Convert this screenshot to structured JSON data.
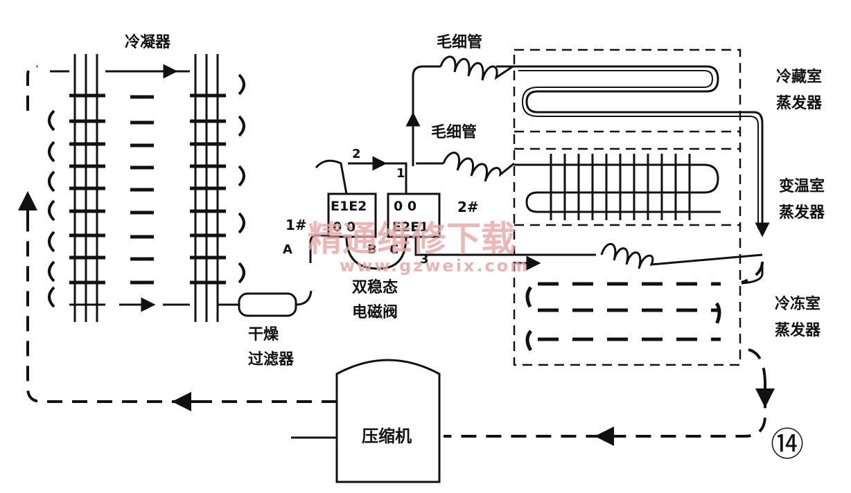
{
  "labels": {
    "condenser": "冷凝器",
    "capillary_top": "毛细管",
    "capillary_mid": "毛细管",
    "fridge_evap_1": "冷藏室",
    "fridge_evap_2": "蒸发器",
    "var_evap_1": "变温室",
    "var_evap_2": "蒸发器",
    "freezer_evap_1": "冷冻室",
    "freezer_evap_2": "蒸发器",
    "dryer_1": "干燥",
    "dryer_2": "过滤器",
    "valve_1": "双稳态",
    "valve_2": "电磁阀",
    "compressor": "压缩机",
    "valve_left_top": "E1E2",
    "valve_left_bot": "0  0",
    "valve_right_top": "0  0",
    "valve_right_bot": "E2E1",
    "port_2": "2",
    "port_1": "1",
    "port_3": "3",
    "port_a": "A",
    "port_b": "B",
    "port_c": "C",
    "valve_1hash": "1#",
    "valve_2hash": "2#",
    "figure_no": "⑭"
  },
  "watermark": {
    "cn": "精通维修下载",
    "url": "www.gzweix.com",
    "color": "#e7a7a7"
  },
  "colors": {
    "line": "#111111",
    "background": "#ffffff"
  }
}
